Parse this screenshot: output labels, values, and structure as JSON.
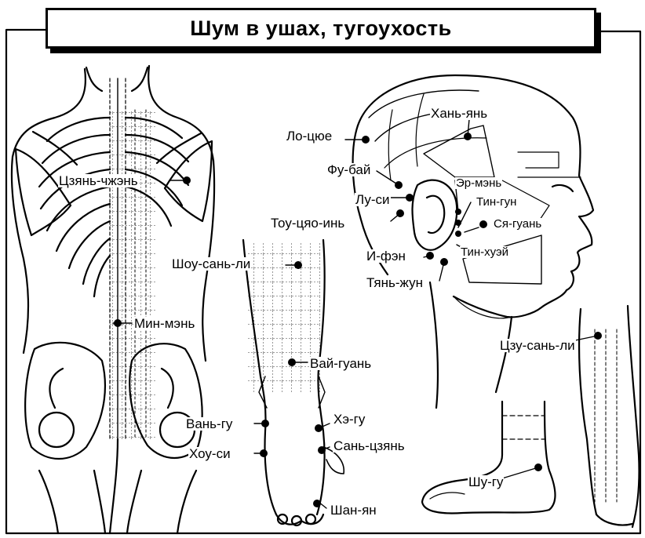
{
  "title": "Шум в ушах, тугоухость",
  "points": {
    "tszyan_chzhen": "Цзянь-чжэнь",
    "min_men": "Мин-мэнь",
    "lo_tsyue": "Ло-цюе",
    "fu_bai": "Фу-бай",
    "lu_si": "Лу-си",
    "tou_tsyao_in": "Тоу-цяо-инь",
    "khan_yan": "Хань-янь",
    "er_men": "Эр-мэнь",
    "tin_gun": "Тин-гун",
    "sya_guan": "Ся-гуань",
    "tin_khuei": "Тин-хуэй",
    "i_fen": "И-фэн",
    "tyan_zhun": "Тянь-жун",
    "shou_san_li": "Шоу-сань-ли",
    "vai_guan": "Вай-гуань",
    "van_gu": "Вань-гу",
    "khou_si": "Хоу-си",
    "khe_gu": "Хэ-гу",
    "san_tszyan": "Сань-цзянь",
    "shan_yan": "Шан-ян",
    "tszu_san_li": "Цзу-сань-ли",
    "shu_gu": "Шу-гу"
  }
}
